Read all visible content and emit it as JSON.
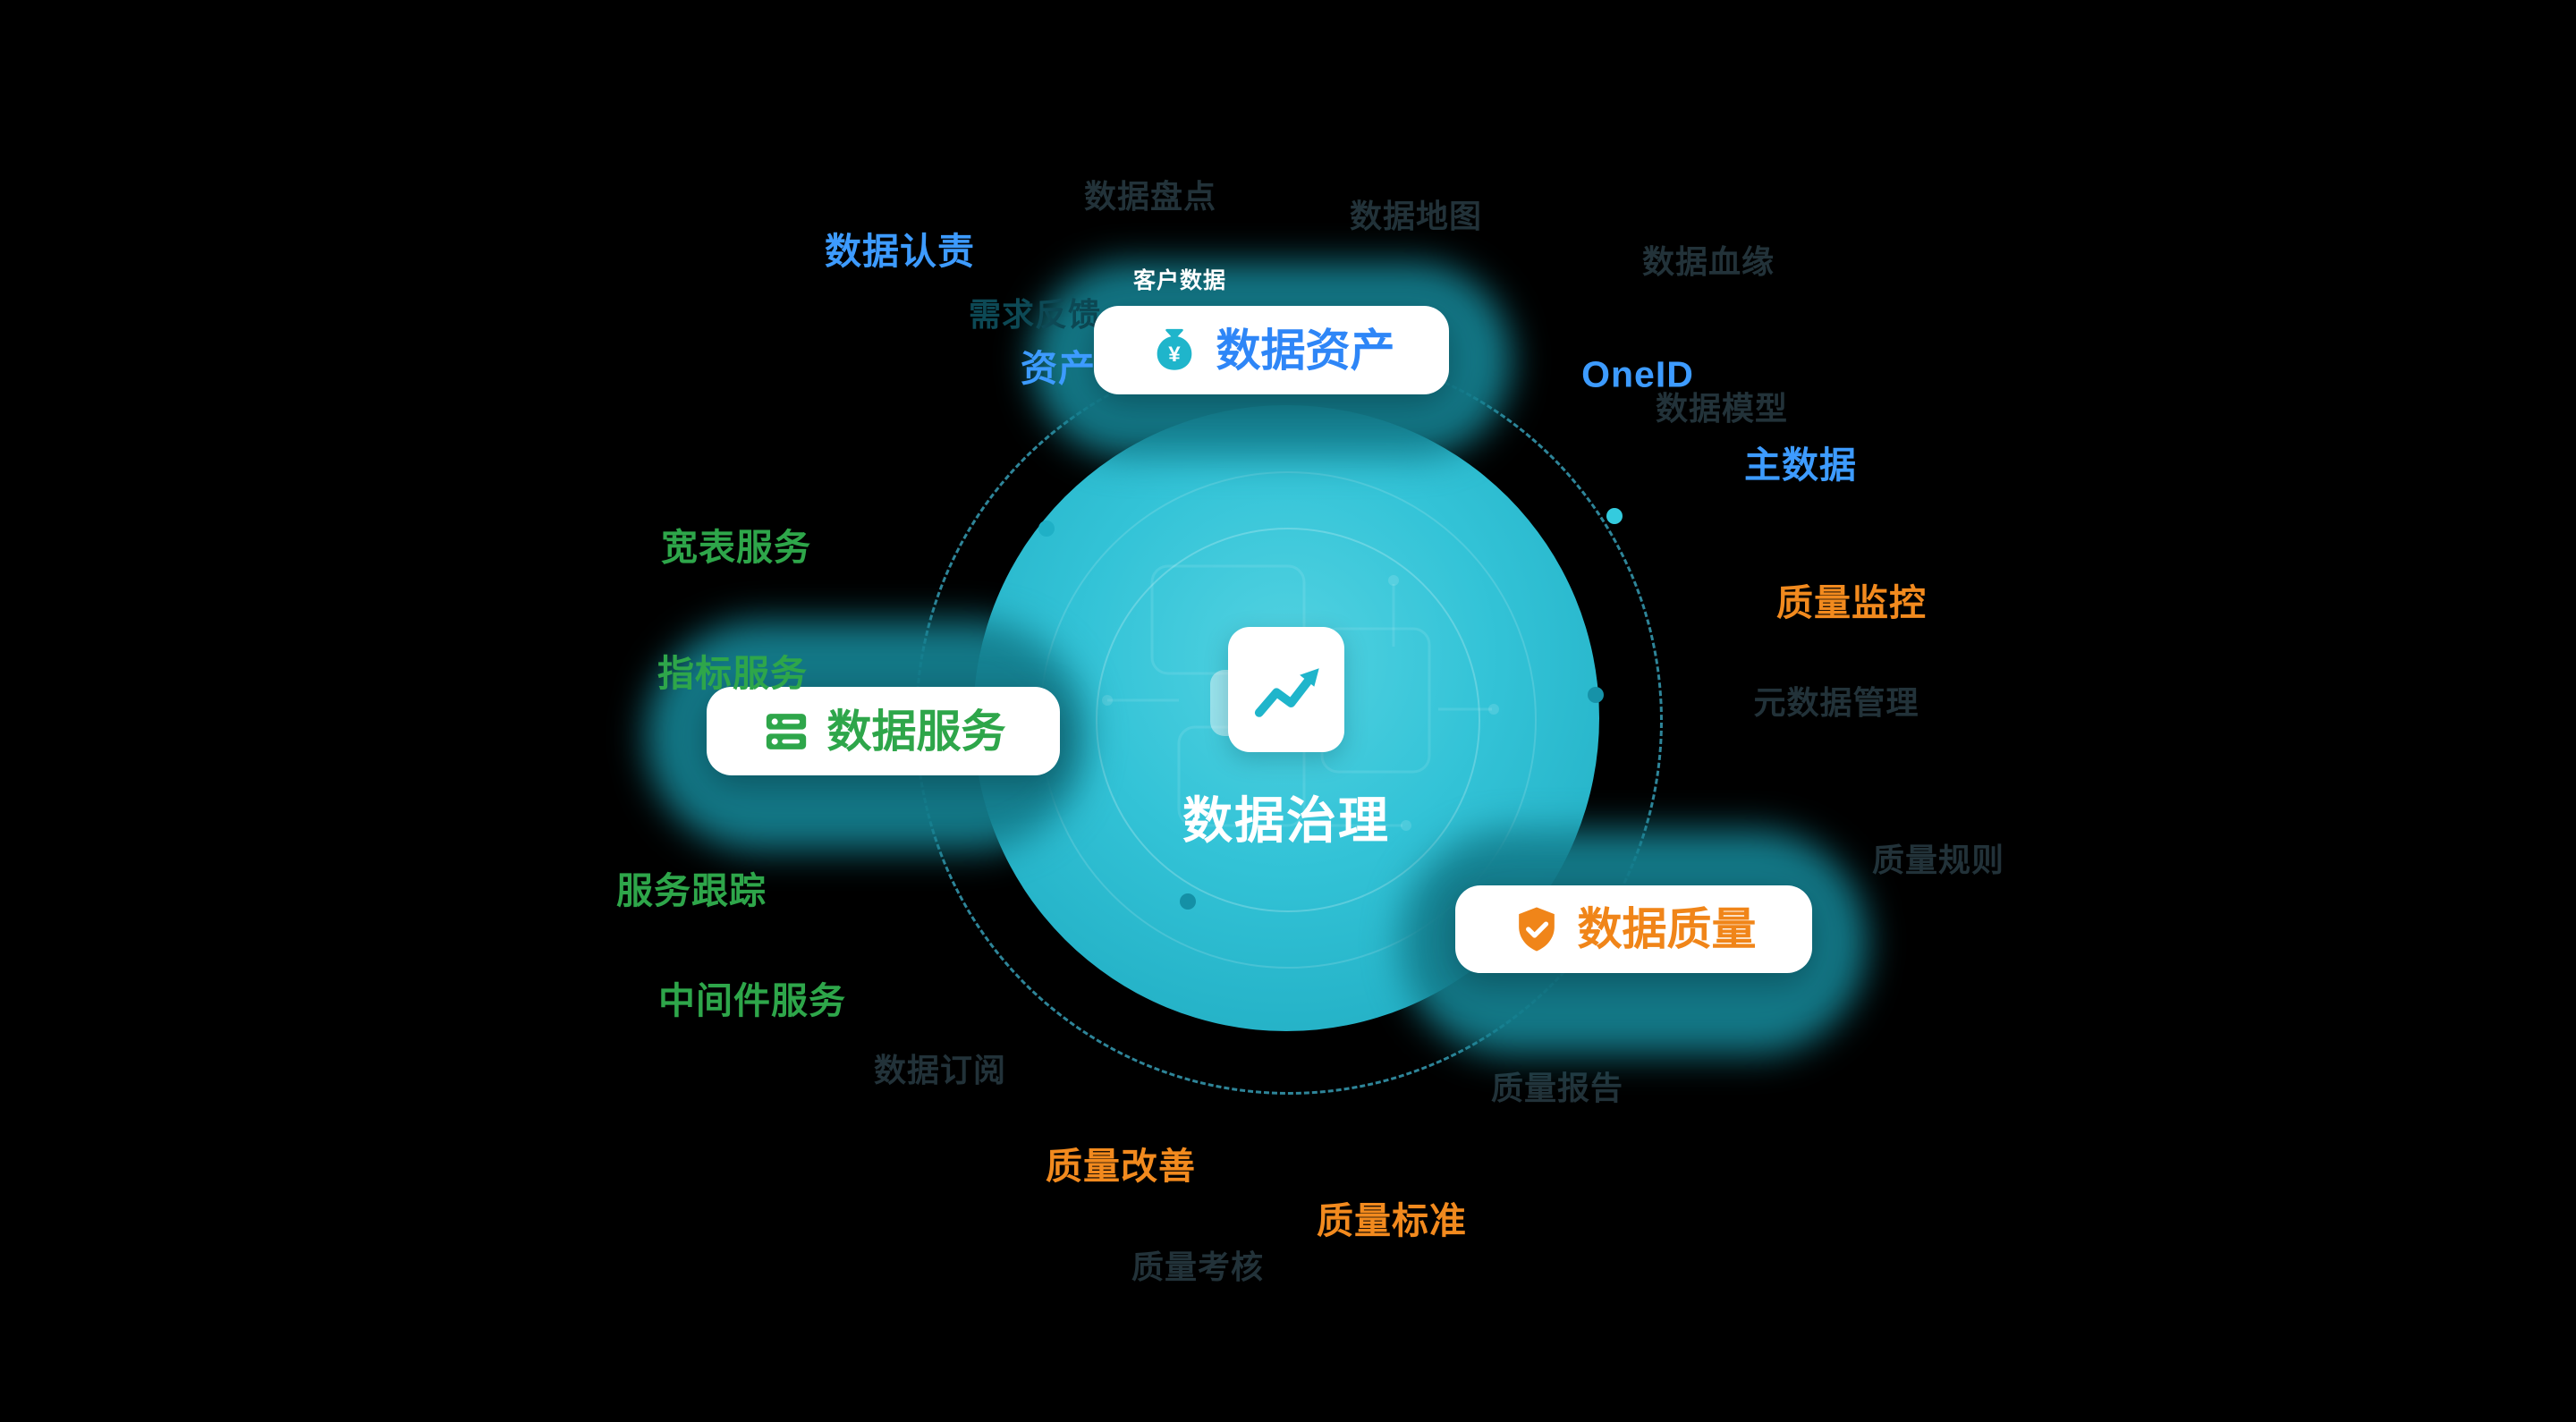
{
  "palette": {
    "background": "#000000",
    "circle_teal": "#2FC2D6",
    "glow_teal": "#147E8E",
    "blue": "#3D9BFF",
    "green": "#2EA64A",
    "orange": "#F28A1E",
    "white": "#FFFFFF"
  },
  "center": {
    "title": "数据治理",
    "icon": "chart-document-icon"
  },
  "cards": [
    {
      "label": "数据资产",
      "icon": "money-bag-icon",
      "color": "#2E86F7"
    },
    {
      "label": "数据服务",
      "icon": "database-icon",
      "color": "#2EA64A"
    },
    {
      "label": "数据质量",
      "icon": "shield-check-icon",
      "color": "#F08519"
    }
  ],
  "satellites": [
    {
      "text": "数据认责",
      "group": "blue"
    },
    {
      "text": "客户数据",
      "group": "white"
    },
    {
      "text": "资产",
      "group": "blue"
    },
    {
      "text": "OneID",
      "group": "blue"
    },
    {
      "text": "主数据",
      "group": "blue"
    },
    {
      "text": "宽表服务",
      "group": "green"
    },
    {
      "text": "指标服务",
      "group": "green"
    },
    {
      "text": "服务跟踪",
      "group": "green"
    },
    {
      "text": "中间件服务",
      "group": "green"
    },
    {
      "text": "质量监控",
      "group": "orange"
    },
    {
      "text": "质量改善",
      "group": "orange"
    },
    {
      "text": "质量标准",
      "group": "orange"
    }
  ],
  "faint_labels": [
    {
      "text": "数据盘点"
    },
    {
      "text": "数据地图"
    },
    {
      "text": "数据血缘"
    },
    {
      "text": "数据模型"
    },
    {
      "text": "需求反馈"
    },
    {
      "text": "元数据管理"
    },
    {
      "text": "质量规则"
    },
    {
      "text": "质量报告"
    },
    {
      "text": "数据订阅"
    },
    {
      "text": "质量考核"
    }
  ]
}
